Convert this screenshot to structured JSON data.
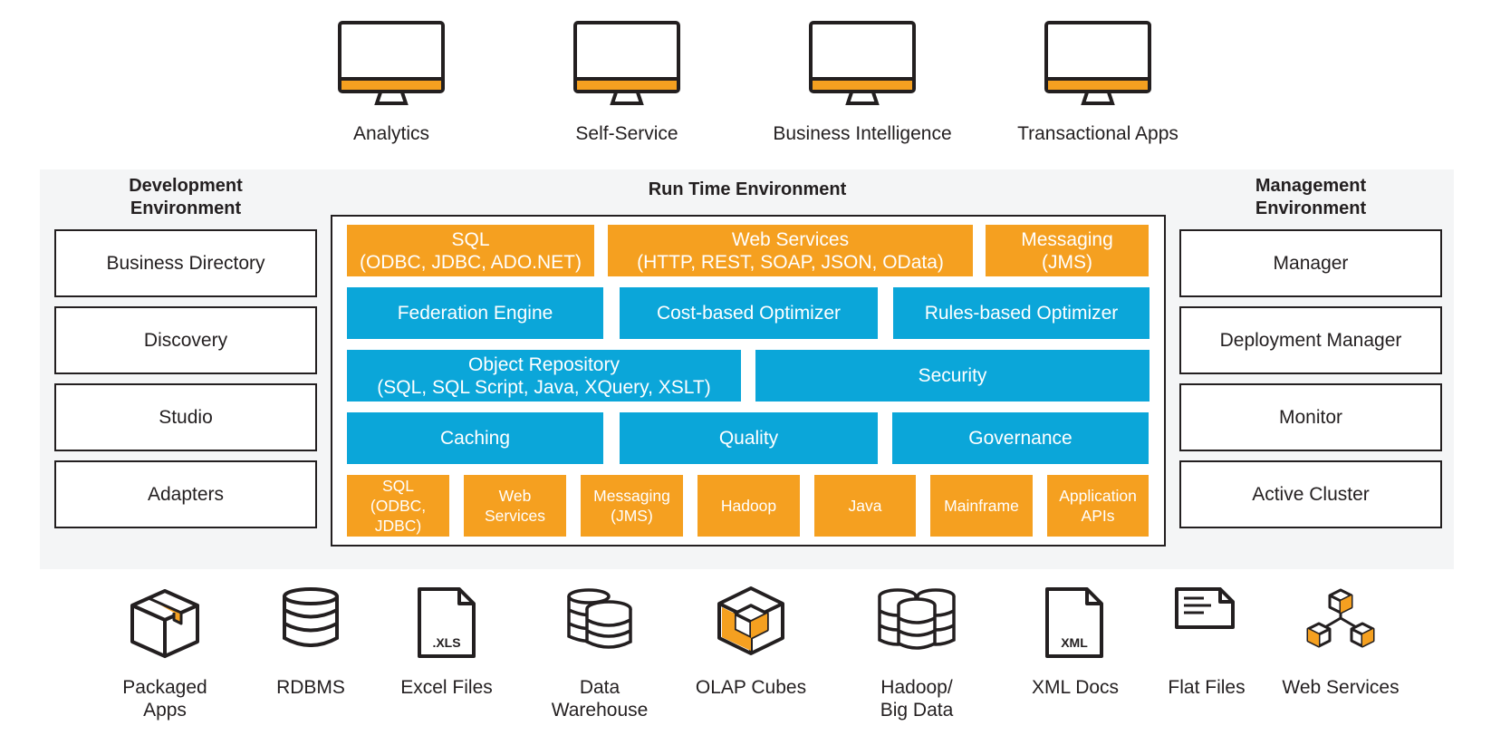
{
  "consumers": [
    {
      "label": "Analytics",
      "icon": "monitor-icon"
    },
    {
      "label": "Self-Service",
      "icon": "monitor-icon"
    },
    {
      "label": "Business Intelligence",
      "icon": "monitor-icon"
    },
    {
      "label": "Transactional Apps",
      "icon": "monitor-icon"
    }
  ],
  "development": {
    "title": "Development\nEnvironment",
    "items": [
      "Business Directory",
      "Discovery",
      "Studio",
      "Adapters"
    ]
  },
  "runtime": {
    "title": "Run Time Environment",
    "top_row": [
      "SQL\n(ODBC, JDBC, ADO.NET)",
      "Web Services\n(HTTP, REST, SOAP, JSON, OData)",
      "Messaging\n(JMS)"
    ],
    "row2": [
      "Federation Engine",
      "Cost-based Optimizer",
      "Rules-based Optimizer"
    ],
    "row3": [
      "Object Repository\n(SQL, SQL Script, Java, XQuery, XSLT)",
      "Security"
    ],
    "row4": [
      "Caching",
      "Quality",
      "Governance"
    ],
    "bottom_row": [
      "SQL\n(ODBC,\nJDBC)",
      "Web\nServices",
      "Messaging\n(JMS)",
      "Hadoop",
      "Java",
      "Mainframe",
      "Application\nAPIs"
    ]
  },
  "management": {
    "title": "Management\nEnvironment",
    "items": [
      "Manager",
      "Deployment Manager",
      "Monitor",
      "Active Cluster"
    ]
  },
  "sources": [
    {
      "label": "Packaged\nApps",
      "icon": "package-box-icon"
    },
    {
      "label": "RDBMS",
      "icon": "database-icon"
    },
    {
      "label": "Excel Files",
      "icon": "xls-file-icon",
      "icon_text": ".XLS"
    },
    {
      "label": "Data\nWarehouse",
      "icon": "data-warehouse-icon"
    },
    {
      "label": "OLAP Cubes",
      "icon": "olap-cube-icon"
    },
    {
      "label": "Hadoop/\nBig Data",
      "icon": "big-data-databases-icon"
    },
    {
      "label": "XML Docs",
      "icon": "xml-file-icon",
      "icon_text": "XML"
    },
    {
      "label": "Flat Files",
      "icon": "flat-file-icon"
    },
    {
      "label": "Web Services",
      "icon": "web-services-cubes-icon"
    }
  ],
  "colors": {
    "orange": "#f5a020",
    "blue": "#0ba6d9",
    "dark": "#231f20",
    "panel": "#f4f5f6"
  }
}
